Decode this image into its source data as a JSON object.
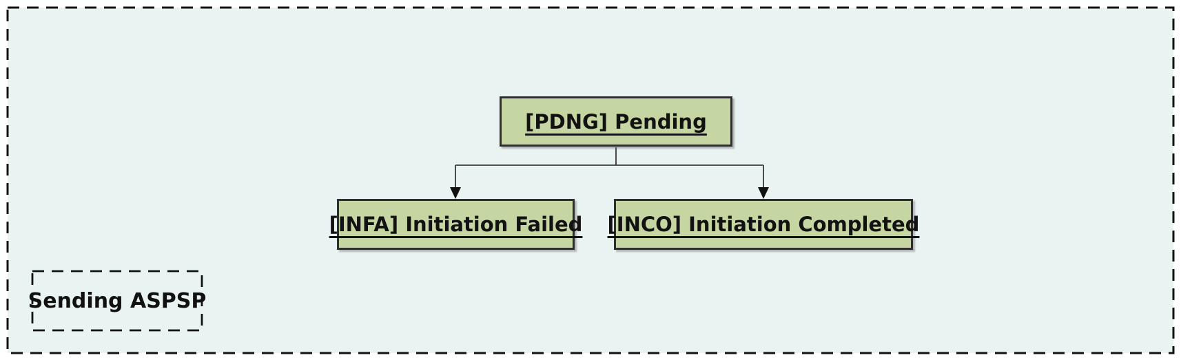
{
  "diagram": {
    "type": "state-diagram",
    "boundary": {
      "label": "Sending ASPSP"
    },
    "states": [
      {
        "id": "PDNG",
        "label": "[PDNG] Pending"
      },
      {
        "id": "INFA",
        "label": "[INFA] Initiation Failed"
      },
      {
        "id": "INCO",
        "label": "[INCO] Initiation Completed"
      }
    ],
    "transitions": [
      {
        "from": "PDNG",
        "to": "INFA"
      },
      {
        "from": "PDNG",
        "to": "INCO"
      }
    ],
    "colors": {
      "background": "#e9f3f1",
      "state_fill": "#c6d6a2",
      "state_border": "#2e2e2e",
      "state_text": "#121212",
      "line": "#383838",
      "arrowhead": "#111111",
      "boundary_border": "#111111",
      "page_background": "#ffffff"
    }
  }
}
